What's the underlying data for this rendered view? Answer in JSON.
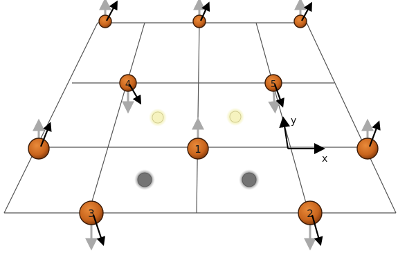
{
  "diagram": {
    "axes": {
      "x_label": "x",
      "y_label": "y"
    },
    "nodes": [
      {
        "id": "top-left",
        "label": ""
      },
      {
        "id": "top-mid",
        "label": ""
      },
      {
        "id": "top-right",
        "label": ""
      },
      {
        "id": "n4",
        "label": "4"
      },
      {
        "id": "n5",
        "label": "5"
      },
      {
        "id": "mid-left",
        "label": ""
      },
      {
        "id": "n1",
        "label": "1"
      },
      {
        "id": "mid-right",
        "label": ""
      },
      {
        "id": "n3",
        "label": "3"
      },
      {
        "id": "n2",
        "label": "2"
      }
    ],
    "colors": {
      "node_fill": "#c8641c",
      "node_stroke": "#3a1a06",
      "grid_line": "#555555",
      "arrow_gray": "#a9a9a9",
      "arrow_black": "#000000",
      "light_particle": "#f3f1b5",
      "dark_particle": "#7a7a7a"
    }
  }
}
